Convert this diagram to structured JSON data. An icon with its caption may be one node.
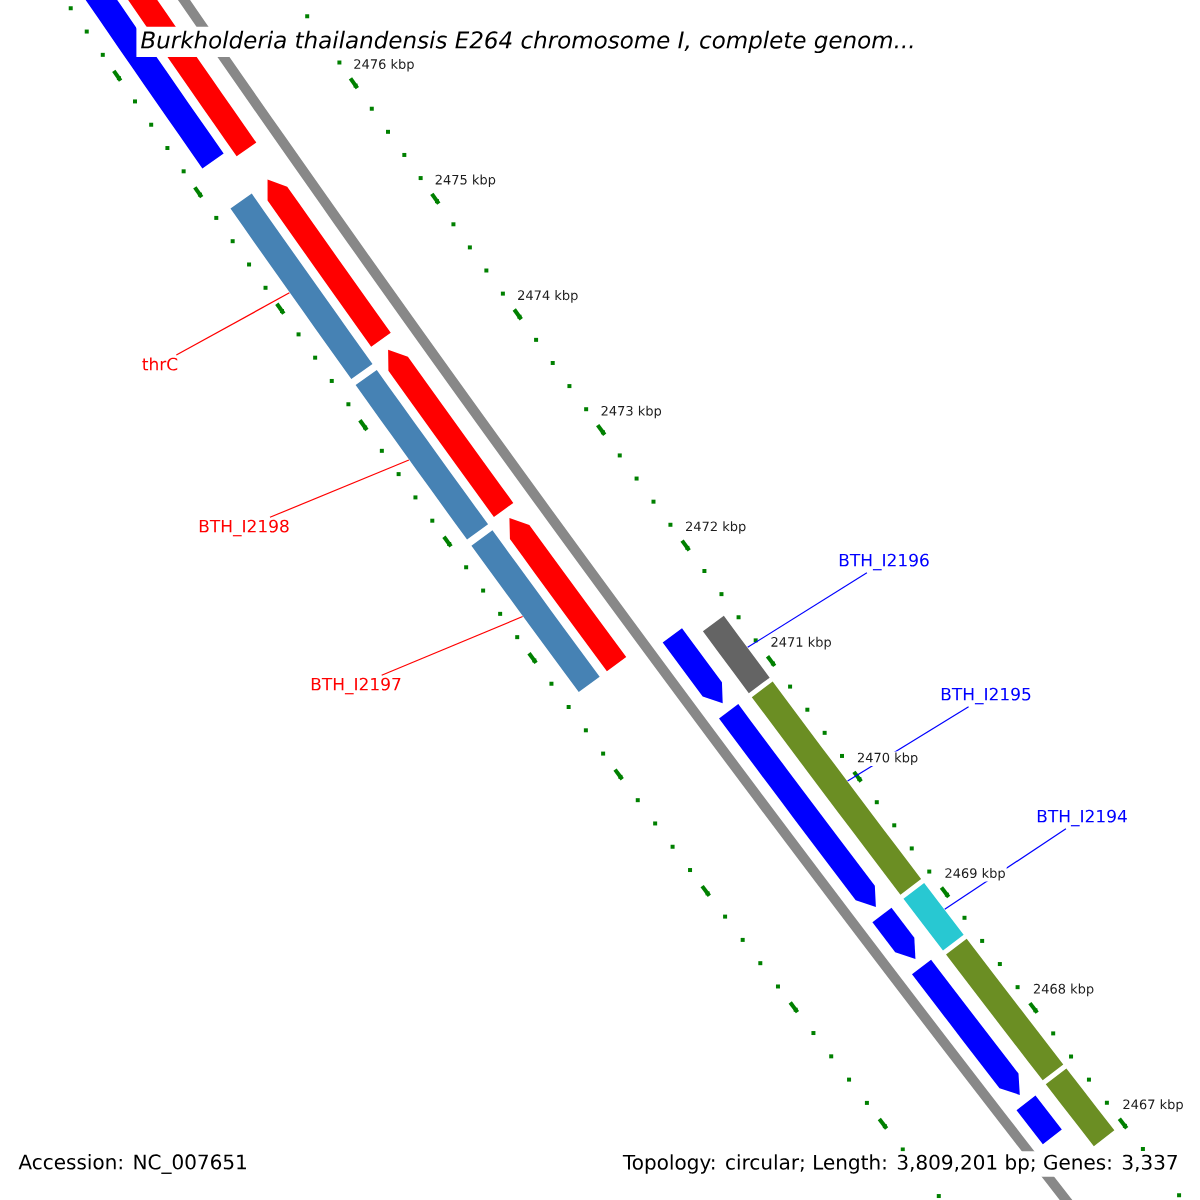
{
  "diagram": {
    "title": "Burkholderia thailandensis E264 chromosome I, complete genom...",
    "nodes": [
      {
        "text": [
          "thrC"
        ]
      },
      {
        "text": [
          "BTH_I2198"
        ]
      },
      {
        "text": [
          "BTH_I2197"
        ]
      },
      {
        "text": [
          "BTH_I2196"
        ]
      },
      {
        "text": [
          "BTH_I2195"
        ]
      },
      {
        "text": [
          "BTH_I2194"
        ]
      },
      {
        "text": [],
        "shape": "bar"
      },
      {
        "text": [],
        "shape": "bar"
      },
      {
        "text": [],
        "shape": "bar"
      },
      {
        "text": [],
        "shape": "bar"
      },
      {
        "text": [],
        "shape": "bar"
      },
      {
        "text": [],
        "shape": "bar"
      },
      {
        "text": [],
        "shape": "bar"
      },
      {
        "text": [],
        "shape": "bar"
      },
      {
        "text": [],
        "shape": "bar"
      },
      {
        "text": [],
        "shape": "bar"
      },
      {
        "text": [],
        "shape": "bar"
      },
      {
        "text": [],
        "shape": "bar"
      },
      {
        "text": [],
        "shape": "bar"
      },
      {
        "text": [],
        "shape": "bar"
      },
      {
        "text": [],
        "shape": "bar"
      },
      {
        "text": [],
        "shape": "bar"
      },
      {
        "text": [],
        "shape": "bar"
      },
      {
        "text": [],
        "shape": "bar"
      }
    ],
    "edges": [
      {
        "from": 0,
        "to": 6,
        "arrow": "none",
        "color": "#ff0000"
      },
      {
        "from": 1,
        "to": 7,
        "arrow": "none",
        "color": "#ff0000"
      },
      {
        "from": 2,
        "to": 8,
        "arrow": "none",
        "color": "#ff0000"
      },
      {
        "from": 3,
        "to": 9,
        "arrow": "none",
        "color": "#0000ff"
      },
      {
        "from": 4,
        "to": 10,
        "arrow": "none",
        "color": "#0000ff"
      },
      {
        "from": 5,
        "to": 11,
        "arrow": "none",
        "color": "#0000ff"
      }
    ],
    "labels": [
      "2476 kbp",
      "2475 kbp",
      "2474 kbp",
      "2473 kbp",
      "2472 kbp",
      "2471 kbp",
      "2470 kbp",
      "2469 kbp",
      "2468 kbp",
      "2467 kbp",
      "Accession: NC_007651",
      "Topology: circular; Length: 3,809,201 bp; Genes: 3,337"
    ]
  }
}
